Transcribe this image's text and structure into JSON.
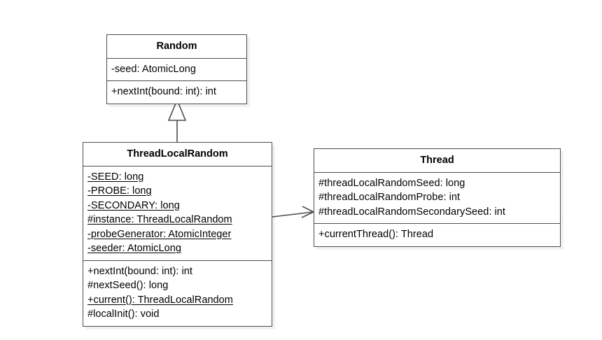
{
  "diagram": {
    "title": "ThreadLocalRandom UML class diagram",
    "background_color": "#ffffff",
    "border_color": "#4d4d4d",
    "text_color": "#000000"
  },
  "classes": {
    "random": {
      "name": "Random",
      "attributes": [
        {
          "text": "-seed: AtomicLong",
          "static": false
        }
      ],
      "methods": [
        {
          "text": "+nextInt(bound: int): int",
          "static": false
        }
      ]
    },
    "thread_local_random": {
      "name": "ThreadLocalRandom",
      "attributes": [
        {
          "text": "-SEED: long",
          "static": true
        },
        {
          "text": "-PROBE: long",
          "static": true
        },
        {
          "text": "-SECONDARY: long",
          "static": true
        },
        {
          "text": "#instance: ThreadLocalRandom",
          "static": true
        },
        {
          "text": "-probeGenerator: AtomicInteger",
          "static": true
        },
        {
          "text": "-seeder: AtomicLong",
          "static": true
        }
      ],
      "methods": [
        {
          "text": "+nextInt(bound: int): int",
          "static": false
        },
        {
          "text": "#nextSeed(): long",
          "static": false
        },
        {
          "text": "+current(): ThreadLocalRandom",
          "static": true
        },
        {
          "text": "#localInit(): void",
          "static": false
        }
      ]
    },
    "thread": {
      "name": "Thread",
      "attributes": [
        {
          "text": "#threadLocalRandomSeed: long",
          "static": false
        },
        {
          "text": "#threadLocalRandomProbe: int",
          "static": false
        },
        {
          "text": "#threadLocalRandomSecondarySeed: int",
          "static": false
        }
      ],
      "methods": [
        {
          "text": "+currentThread(): Thread",
          "static": false
        }
      ]
    }
  },
  "relations": [
    {
      "kind": "generalization",
      "from": "thread_local_random",
      "to": "random",
      "label": ""
    },
    {
      "kind": "association",
      "from": "thread_local_random",
      "to": "thread",
      "label": ""
    }
  ]
}
